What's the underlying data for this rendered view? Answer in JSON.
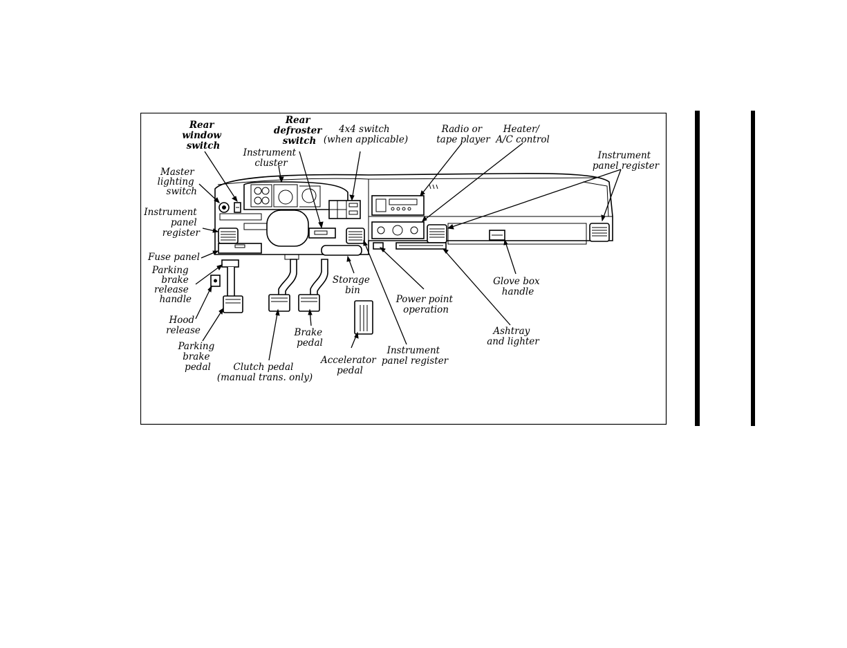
{
  "diagram": {
    "title": "",
    "labels": {
      "rear_window_switch": [
        "Rear",
        "window",
        "switch"
      ],
      "rear_defroster_switch": [
        "Rear",
        "defroster",
        "switch"
      ],
      "switch_4x4": [
        "4x4 switch",
        "(when applicable)"
      ],
      "radio": [
        "Radio or",
        "tape player"
      ],
      "heater": [
        "Heater/",
        "A/C control"
      ],
      "instrument_cluster": [
        "Instrument",
        "cluster"
      ],
      "master_lighting_switch": [
        "Master",
        "lighting",
        "switch"
      ],
      "instrument_panel_register_right": [
        "Instrument",
        "panel register"
      ],
      "instrument_panel_register_left": [
        "Instrument",
        "panel",
        "register"
      ],
      "fuse_panel": [
        "Fuse panel"
      ],
      "parking_brake_release_handle": [
        "Parking",
        "brake",
        "release",
        "handle"
      ],
      "hood_release": [
        "Hood",
        "release"
      ],
      "parking_brake_pedal": [
        "Parking",
        "brake",
        "pedal"
      ],
      "clutch_pedal": [
        "Clutch pedal",
        "(manual trans. only)"
      ],
      "brake_pedal": [
        "Brake",
        "pedal"
      ],
      "storage_bin": [
        "Storage",
        "bin"
      ],
      "accelerator_pedal": [
        "Accelerator",
        "pedal"
      ],
      "instrument_panel_register_bottom": [
        "Instrument",
        "panel register"
      ],
      "power_point": [
        "Power point",
        "operation"
      ],
      "ashtray": [
        "Ashtray",
        "and lighter"
      ],
      "glove_box_handle": [
        "Glove box",
        "handle"
      ]
    }
  }
}
